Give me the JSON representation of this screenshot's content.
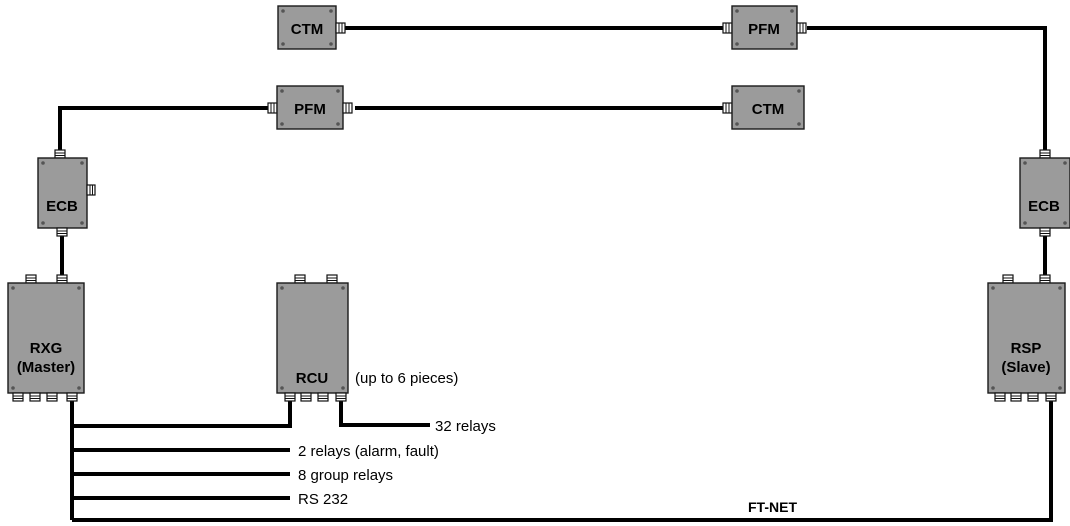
{
  "devices": {
    "ctm_top": "CTM",
    "pfm_top": "PFM",
    "pfm_mid": "PFM",
    "ctm_mid": "CTM",
    "ecb_left": "ECB",
    "ecb_right": "ECB",
    "rxg_name": "RXG",
    "rxg_role": "(Master)",
    "rcu_name": "RCU",
    "rsp_name": "RSP",
    "rsp_role": "(Slave)"
  },
  "labels": {
    "rcu_note": "(up to 6 pieces)",
    "relays_32": "32 relays",
    "relays_2": "2 relays (alarm, fault)",
    "group_relays": "8 group relays",
    "rs232": "RS 232",
    "ftnet": "FT-NET"
  },
  "colors": {
    "box_fill": "#9b9b9b",
    "box_stroke": "#1a1a1a",
    "cable": "#000000"
  }
}
